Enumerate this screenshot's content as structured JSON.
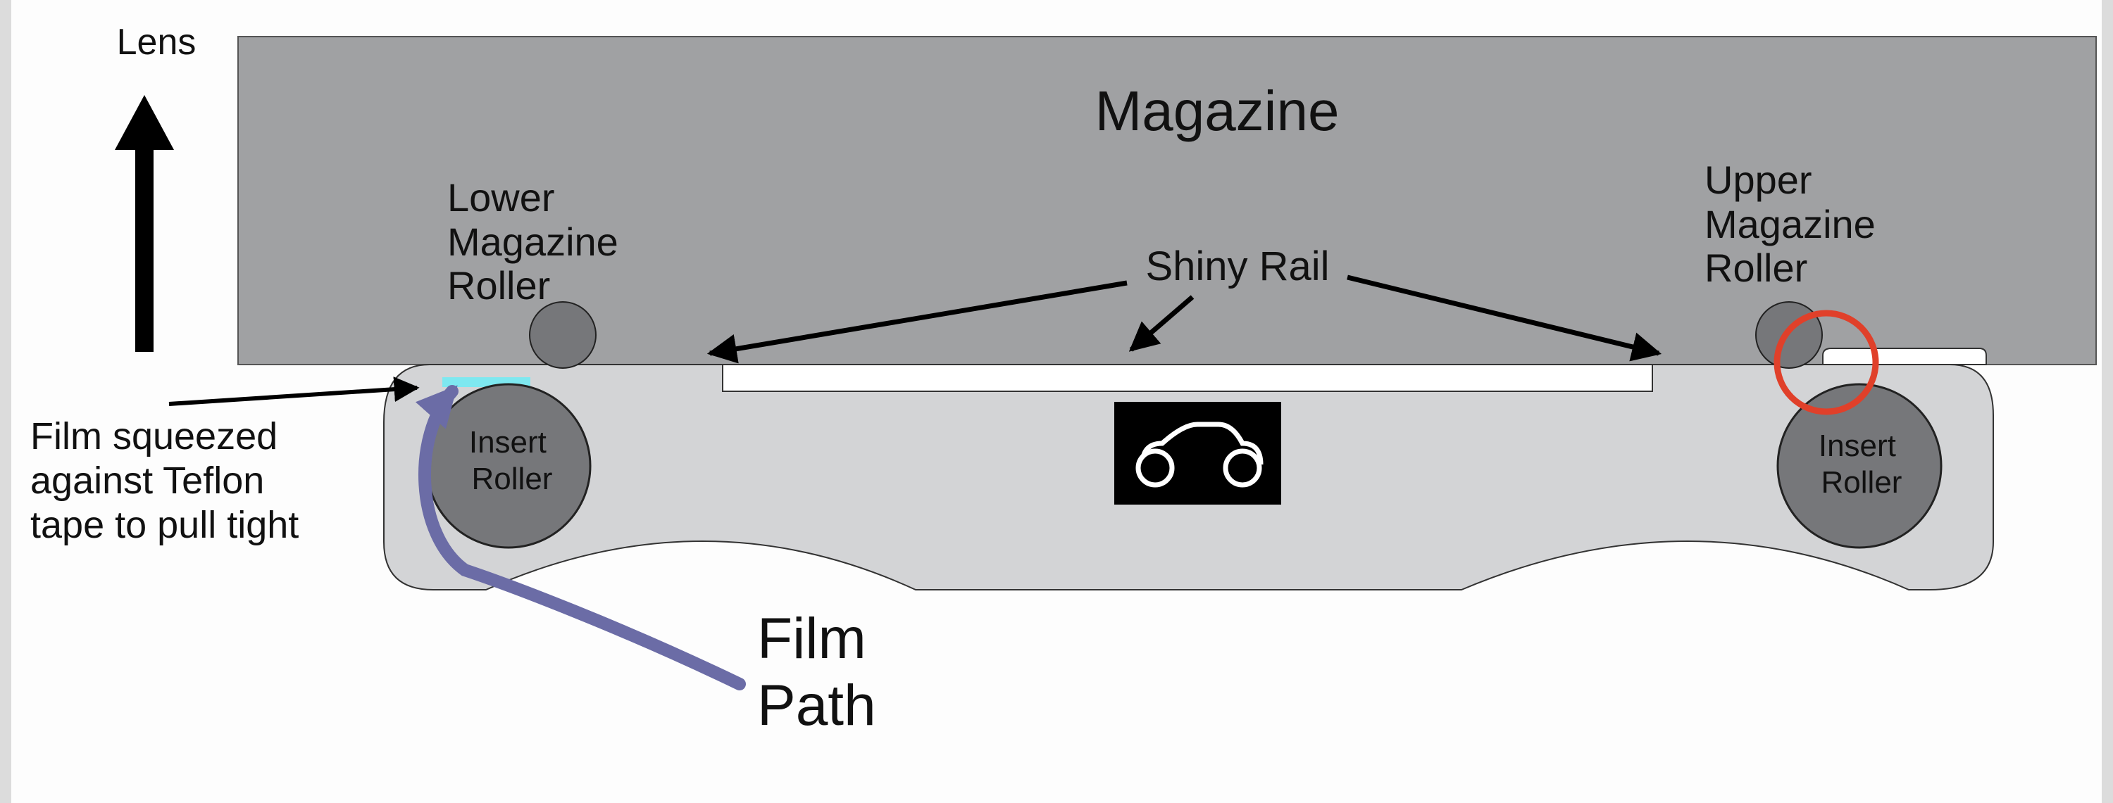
{
  "diagram": {
    "direction_label": "Lens",
    "magazine_label": "Magazine",
    "lower_roller_label": [
      "Lower",
      "Magazine",
      "Roller"
    ],
    "upper_roller_label": [
      "Upper",
      "Magazine",
      "Roller"
    ],
    "rail_label": "Shiny Rail",
    "squeeze_note": [
      "Film squeezed",
      "against Teflon",
      "tape to pull tight"
    ],
    "insert_roller_left": [
      "Insert",
      "Roller"
    ],
    "insert_roller_right": [
      "Insert",
      "Roller"
    ],
    "film_path_label": [
      "Film",
      "Path"
    ]
  },
  "colors": {
    "magazine_fill": "#a0a1a3",
    "insert_fill": "#d3d4d6",
    "roller_fill": "#76777a",
    "film_path": "#6b6ca6",
    "teflon_tape": "#7ee8f0",
    "highlight_circle": "#e0402a"
  },
  "icons": {
    "direction_arrow": "up-arrow-icon",
    "film_loop_logo": "film-loop-icon"
  }
}
